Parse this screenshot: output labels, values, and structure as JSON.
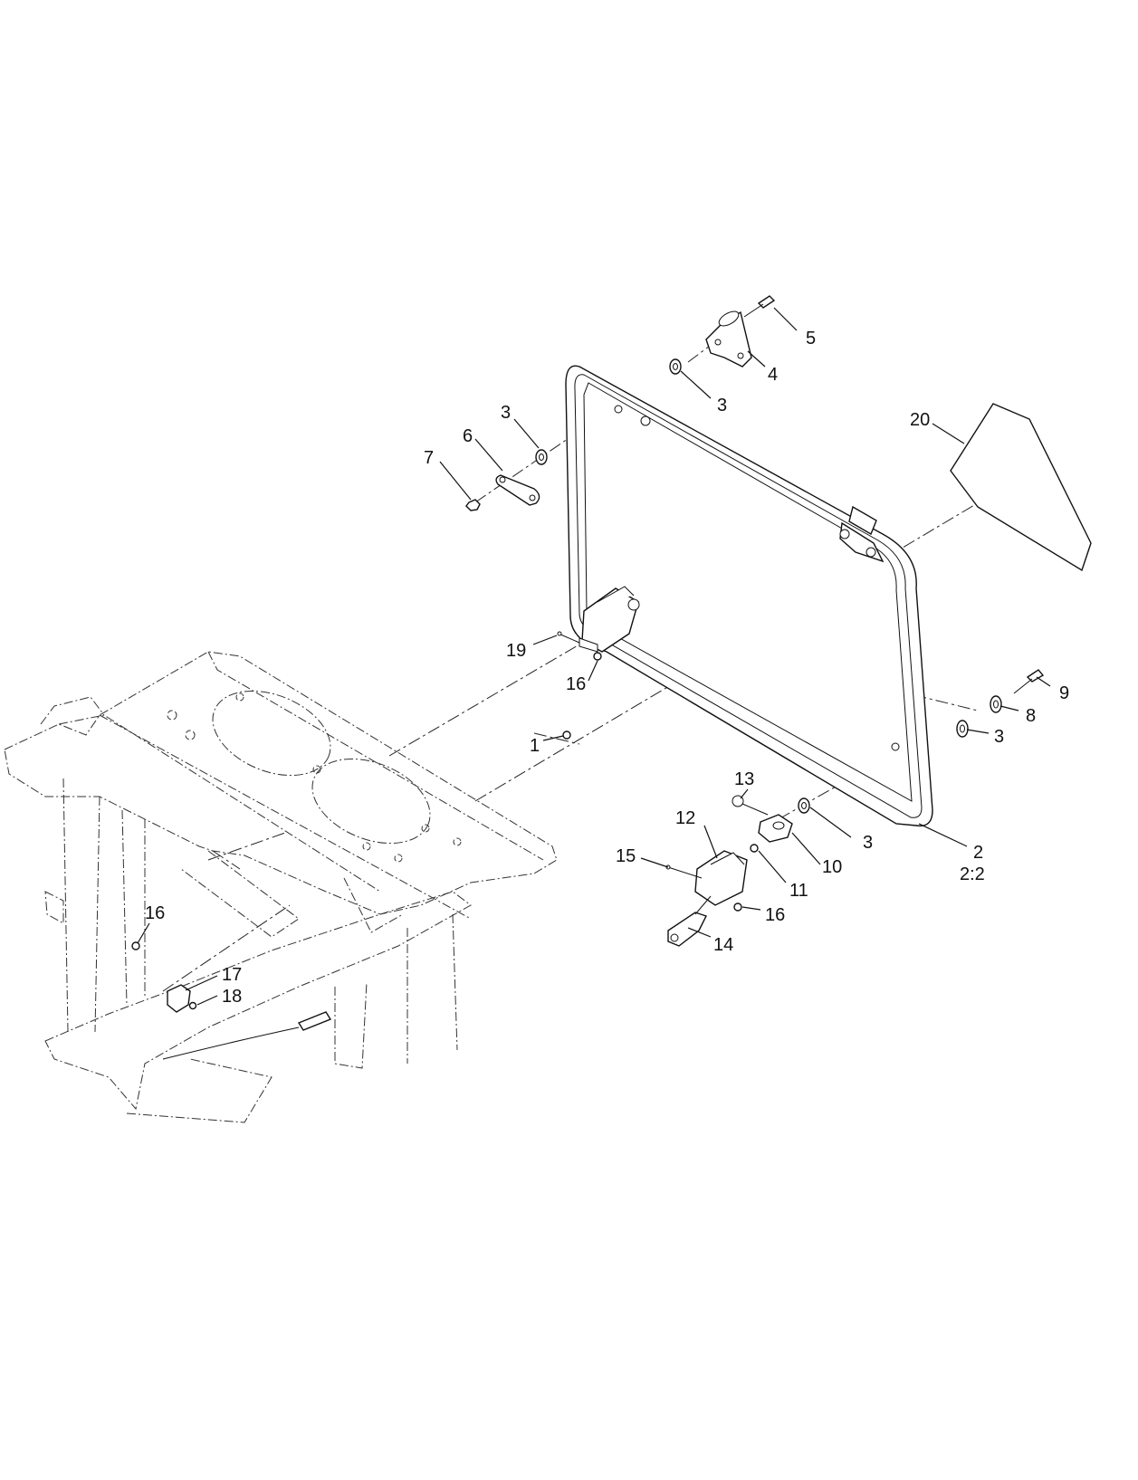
{
  "callouts": {
    "c1": "1",
    "c2": "2",
    "c2sub": "2:2",
    "c3a": "3",
    "c3b": "3",
    "c3c": "3",
    "c3d": "3",
    "c4": "4",
    "c5": "5",
    "c6": "6",
    "c7": "7",
    "c8": "8",
    "c9": "9",
    "c10": "10",
    "c11": "11",
    "c12": "12",
    "c13": "13",
    "c14": "14",
    "c15": "15",
    "c16a": "16",
    "c16b": "16",
    "c16c": "16",
    "c17": "17",
    "c18": "18",
    "c19": "19",
    "c20": "20"
  },
  "colors": {
    "line": "#111111",
    "background": "#ffffff"
  }
}
